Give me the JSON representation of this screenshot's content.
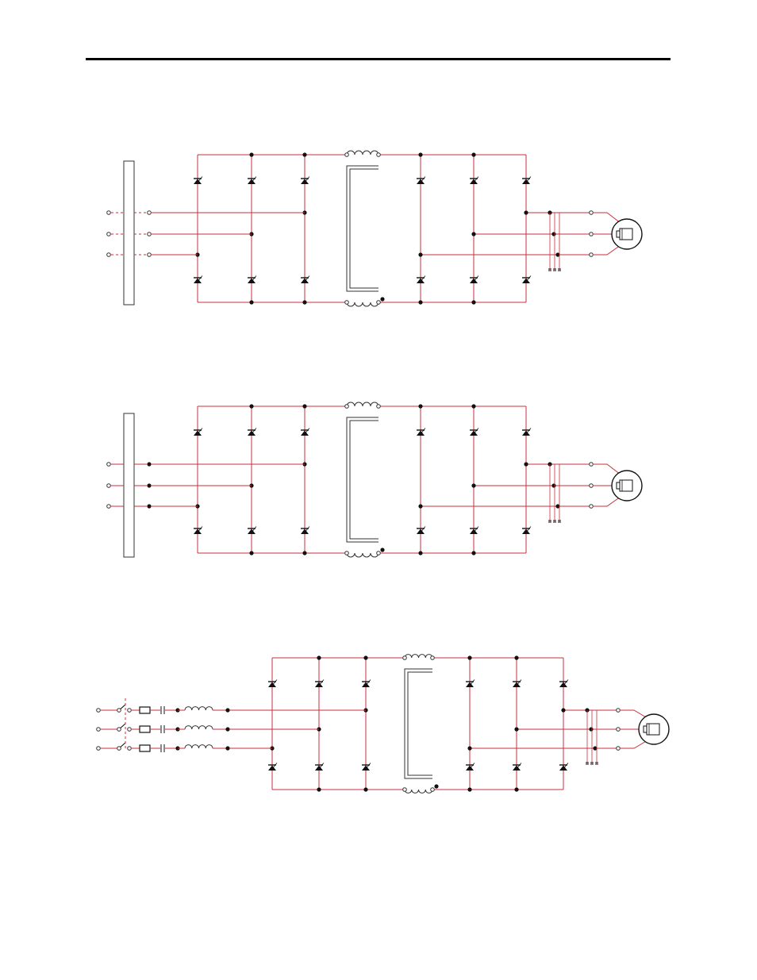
{
  "page": {
    "colors": {
      "wire": "#c8323c",
      "component": "#111111",
      "background": "#ffffff",
      "rule": "#000000"
    }
  },
  "diagrams": [
    {
      "id": "diagram-1",
      "input_type": "bus-dashed",
      "phases": 3,
      "icons": [
        "thyristor-icon",
        "transformer-icon",
        "motor-icon",
        "capacitor-icon"
      ]
    },
    {
      "id": "diagram-2",
      "input_type": "bus-solid",
      "phases": 3,
      "icons": [
        "thyristor-icon",
        "transformer-icon",
        "motor-icon",
        "capacitor-icon"
      ]
    },
    {
      "id": "diagram-3",
      "input_type": "switch-filter",
      "phases": 3,
      "icons": [
        "switch-icon",
        "fuse-icon",
        "capacitor-icon",
        "inductor-icon",
        "thyristor-icon",
        "transformer-icon",
        "motor-icon"
      ]
    }
  ]
}
